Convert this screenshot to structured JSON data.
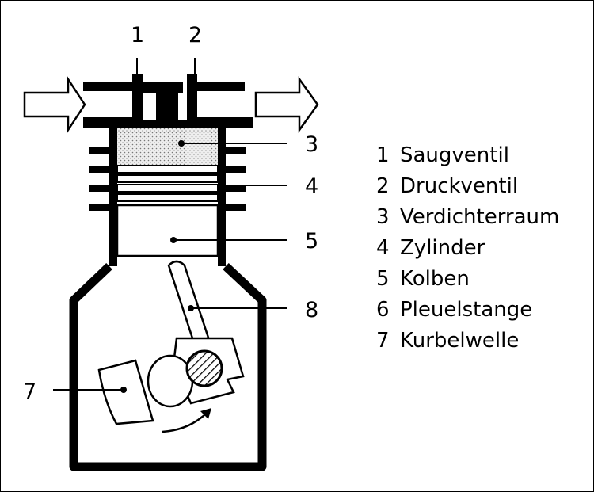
{
  "callouts": [
    "1",
    "2",
    "3",
    "4",
    "5",
    "8",
    "7"
  ],
  "legend": [
    {
      "num": "1",
      "text": "Saugventil"
    },
    {
      "num": "2",
      "text": "Druckventil"
    },
    {
      "num": "3",
      "text": "Verdichterraum"
    },
    {
      "num": "4",
      "text": "Zylinder"
    },
    {
      "num": "5",
      "text": "Kolben"
    },
    {
      "num": "6",
      "text": "Pleuelstange"
    },
    {
      "num": "7",
      "text": "Kurbelwelle"
    }
  ],
  "colors": {
    "ink": "#000000",
    "paper": "#ffffff",
    "dots": "#d8d8d8"
  }
}
